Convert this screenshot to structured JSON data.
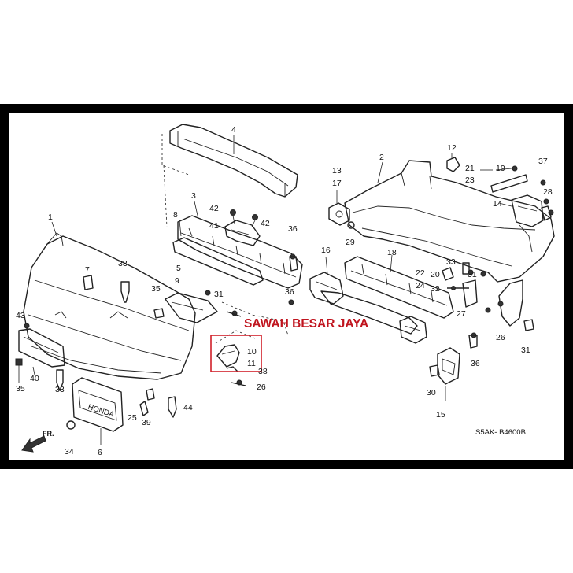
{
  "watermark": "SAWAH BESAR JAYA",
  "diagram_code": "S5AK- B4600B",
  "direction_label": "FR.",
  "highlight_color": "#d0202a",
  "watermark_color": "#c0141e",
  "callouts": {
    "c1": "1",
    "c2": "2",
    "c3": "3",
    "c4": "4",
    "c5": "5",
    "c6": "6",
    "c7": "7",
    "c8": "8",
    "c9": "9",
    "c10": "10",
    "c11": "11",
    "c12": "12",
    "c13": "13",
    "c14": "14",
    "c15": "15",
    "c16": "16",
    "c17": "17",
    "c18": "18",
    "c19": "19",
    "c20": "20",
    "c21": "21",
    "c22": "22",
    "c23": "23",
    "c24": "24",
    "c25": "25",
    "c26a": "26",
    "c26b": "26",
    "c27": "27",
    "c28": "28",
    "c29": "29",
    "c30": "30",
    "c31a": "31",
    "c31b": "31",
    "c31c": "31",
    "c32": "32",
    "c33a": "33",
    "c33b": "33",
    "c33c": "33",
    "c34": "34",
    "c35": "35",
    "c36a": "36",
    "c36b": "36",
    "c36c": "36",
    "c37": "37",
    "c38": "38",
    "c39": "39",
    "c40": "40",
    "c41": "41",
    "c42a": "42",
    "c42b": "42",
    "c43": "43",
    "c44": "44"
  }
}
